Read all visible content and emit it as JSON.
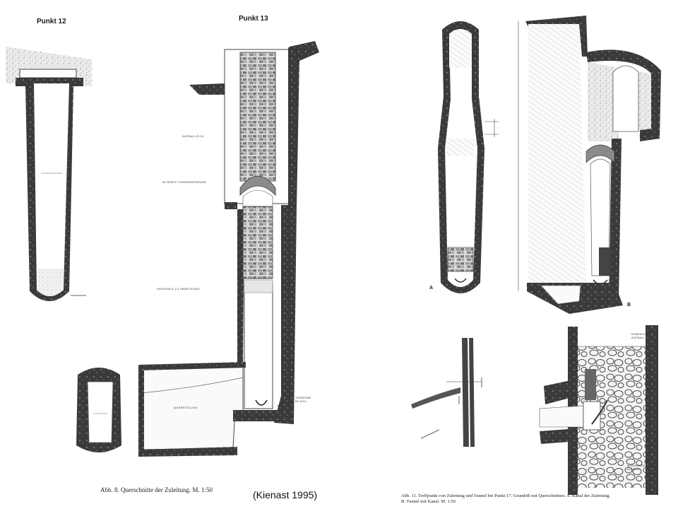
{
  "left_figure": {
    "title_left": "Punkt 12",
    "title_right": "Punkt 13",
    "labels": {
      "aufbau": "AUFBAU (R.H)",
      "tonnengewoelbe": "ÄLTERES TONNENGEWÖLBE",
      "abdeckung": "ORIGINALE (?) ABDECKUNG",
      "querstollen": "QUERSTOLLEN",
      "tonrohr": "TONROHR IN SITU"
    },
    "caption": "Abb. 8. Querschnitte der Zuleitung. M. 1:50"
  },
  "credit": "(Kienast 1995)",
  "right_figure": {
    "letter_a": "A",
    "letter_b": "B",
    "labels": {
      "roemischer_aufbau": "RÖMISCHER AUFBAU",
      "moderner_aufbau": "MODERNER AUFBAU"
    },
    "caption": "Abb. 11. Treffpunkt von Zuleitung und Tunnel bei Punkt 17. Grundriß mit Querschnitten: A. Kanal der Zuleitung, B. Tunnel mit Kanal. M. 1:50"
  }
}
